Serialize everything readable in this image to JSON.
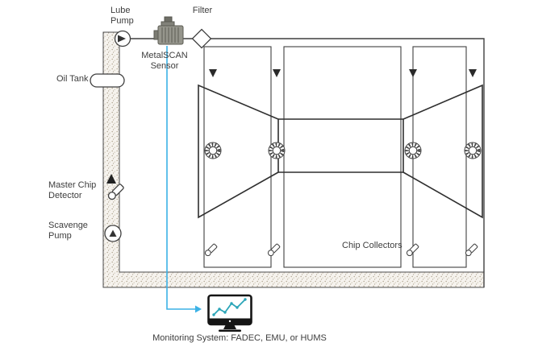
{
  "title": "Engine oil-debris monitoring schematic",
  "labels": {
    "lube_pump": "Lube\nPump",
    "filter": "Filter",
    "metalscan_sensor": "MetalSCAN\nSensor",
    "oil_tank": "Oil Tank",
    "master_chip_detector": "Master Chip\nDetector",
    "scavenge_pump": "Scavenge\nPump",
    "chip_collectors": "Chip Collectors",
    "monitoring_system": "Monitoring System: FADEC, EMU, or HUMS"
  },
  "icons": {
    "lube-pump-icon": "circle pump symbol with right arrow",
    "filter-icon": "diamond filter symbol",
    "metalscan-sensor-icon": "gray finned sensor device",
    "oil-tank-icon": "horizontal capsule tank",
    "master-chip-detector-icon": "angled magnetic plug",
    "scavenge-pump-icon": "circle pump symbol with up arrow",
    "chip-collector-icon": "small angled magnetic plug",
    "bearing-icon": "hatched ring bearing",
    "flow-down-arrow": "black triangle pointing down",
    "flow-up-arrow": "black triangle pointing up",
    "monitor-icon": "computer display with trend chart",
    "signal-arrow": "light blue polyline with arrowhead"
  },
  "colors": {
    "line": "#3f3f3f",
    "signal_blue": "#3cb2e6",
    "chart_teal": "#2ba5b8",
    "pipe_bg": "#f6f3ee",
    "pipe_dot": "#b3a995",
    "sensor_gray": "#95958c",
    "monitor_black": "#151515"
  }
}
